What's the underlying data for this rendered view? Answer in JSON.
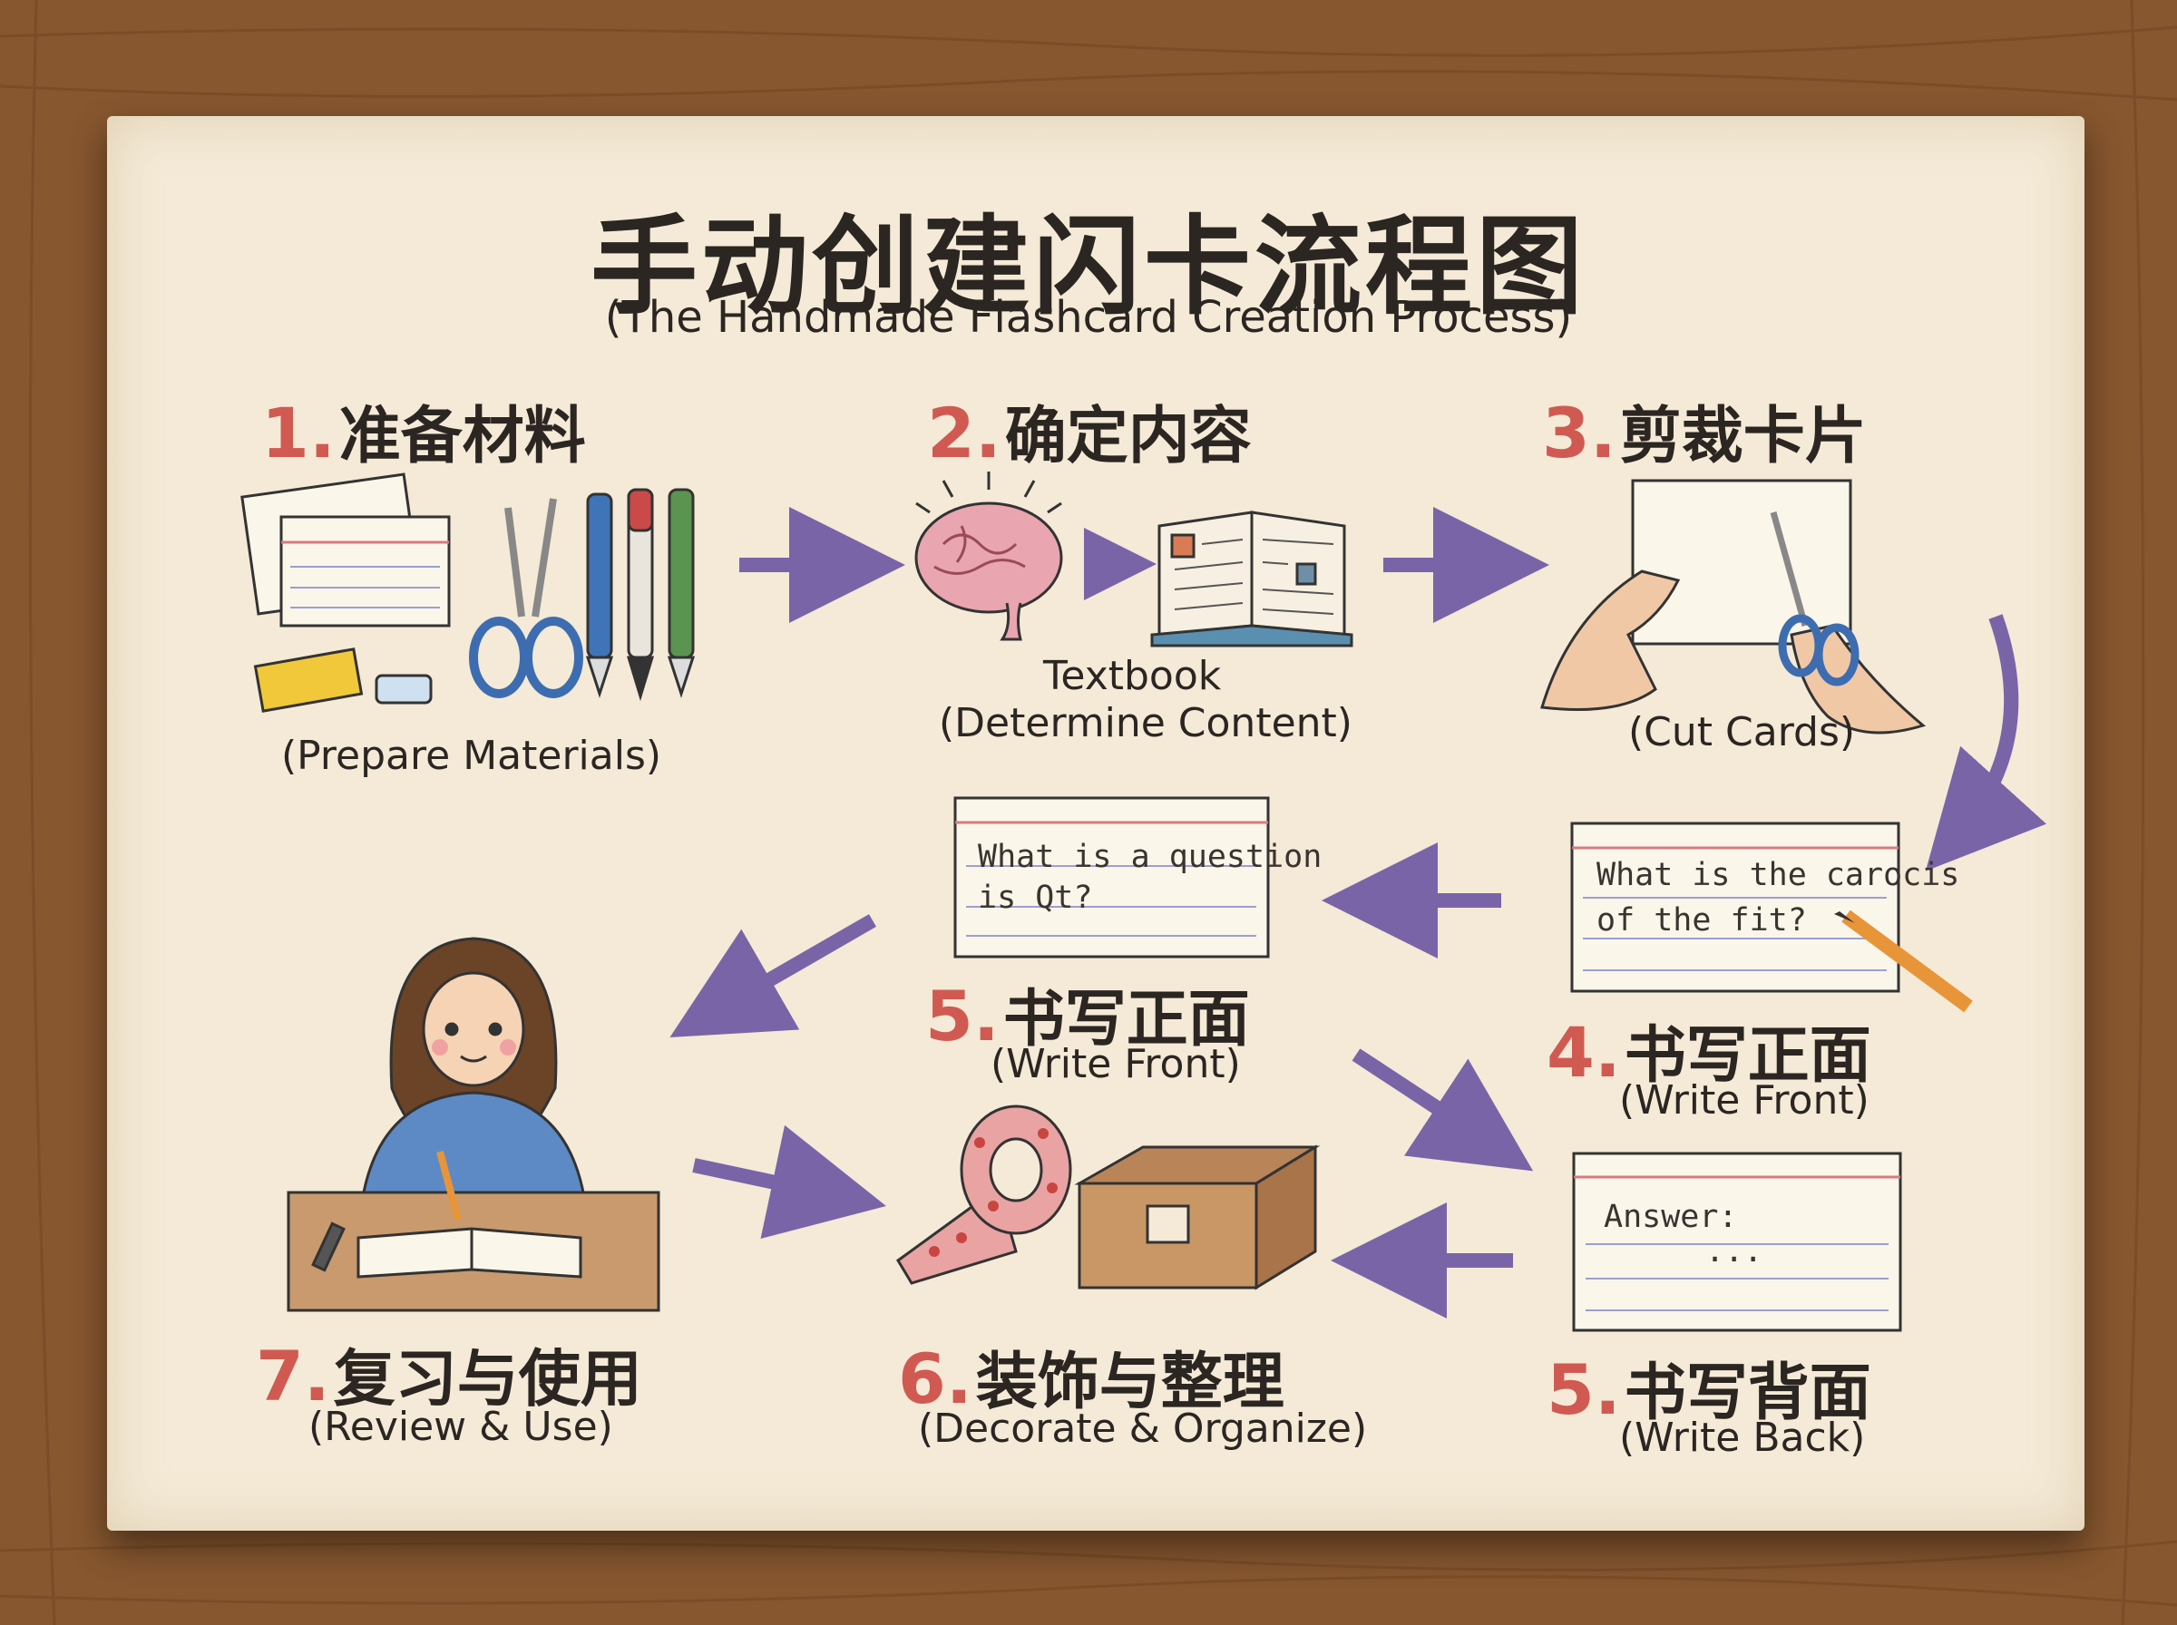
{
  "title": "手动创建闪卡流程图",
  "subtitle": "(The Handmade Flashcard Creation Process)",
  "steps": {
    "s1": {
      "num": "1.",
      "label": "准备材料",
      "caption": "(Prepare Materials)"
    },
    "s2": {
      "num": "2.",
      "label": "确定内容",
      "subcaption": "Textbook",
      "caption": "(Determine Content)"
    },
    "s3": {
      "num": "3.",
      "label": "剪裁卡片",
      "caption": "(Cut Cards)"
    },
    "s4": {
      "num": "4.",
      "label": "书写正面",
      "caption": "(Write Front)"
    },
    "s5a": {
      "num": "5.",
      "label": "书写正面",
      "caption": "(Write Front)"
    },
    "s5b": {
      "num": "5.",
      "label": "书写背面",
      "caption": "(Write Back)"
    },
    "s6": {
      "num": "6.",
      "label": "装饰与整理",
      "caption": "(Decorate & Organize)"
    },
    "s7": {
      "num": "7.",
      "label": "复习与使用",
      "caption": "(Review & Use)"
    }
  },
  "cards": {
    "card4": {
      "line1": "What is the carocis",
      "line2": "of the fit?"
    },
    "card5a": {
      "line1": "What is a question",
      "line2": "is Qt?"
    },
    "card5b": {
      "line1": "Answer:",
      "line2": "..."
    }
  },
  "colors": {
    "number": "#d05a52",
    "arrow": "#7a64a8",
    "paper": "#f4ead7",
    "wood": "#8a5a32"
  },
  "icons": [
    "index-cards-icon",
    "scissors-icon",
    "pens-icon",
    "eraser-icon",
    "brain-icon",
    "book-icon",
    "hands-cutting-icon",
    "pencil-icon",
    "student-icon",
    "washi-tape-icon",
    "storage-box-icon"
  ]
}
